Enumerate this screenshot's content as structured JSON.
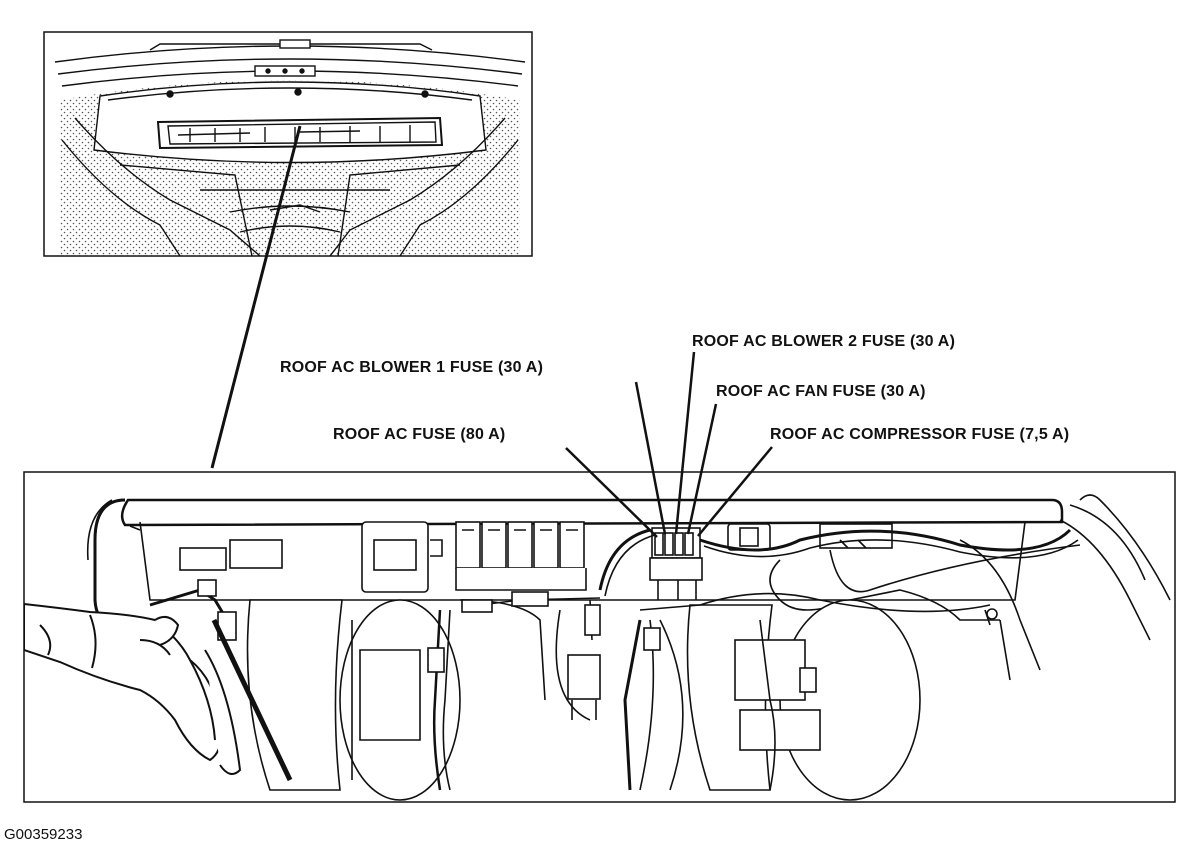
{
  "labels": {
    "roof_ac_blower_1": "ROOF AC BLOWER 1 FUSE (30 A)",
    "roof_ac_blower_2": "ROOF AC BLOWER 2 FUSE (30 A)",
    "roof_ac_fan": "ROOF AC FAN FUSE (30 A)",
    "roof_ac_fuse": "ROOF AC FUSE (80 A)",
    "roof_ac_compressor": "ROOF AC COMPRESSOR FUSE (7,5 A)"
  },
  "figure_code": "G00359233",
  "colors": {
    "line": "#111111",
    "background": "#ffffff",
    "dot": "#555555"
  }
}
